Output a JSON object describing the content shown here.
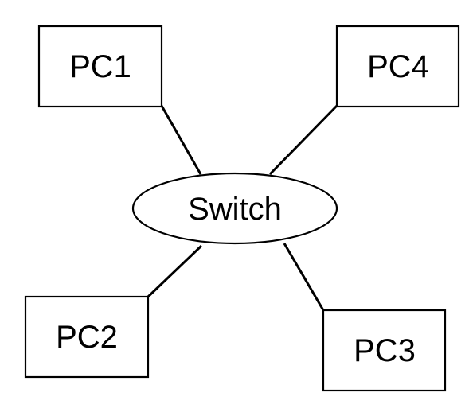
{
  "switch": {
    "label": "Switch"
  },
  "pcs": [
    {
      "id": "pc1",
      "label": "PC1"
    },
    {
      "id": "pc2",
      "label": "PC2"
    },
    {
      "id": "pc3",
      "label": "PC3"
    },
    {
      "id": "pc4",
      "label": "PC4"
    }
  ],
  "colors": {
    "stroke": "#000000",
    "background": "#ffffff"
  }
}
